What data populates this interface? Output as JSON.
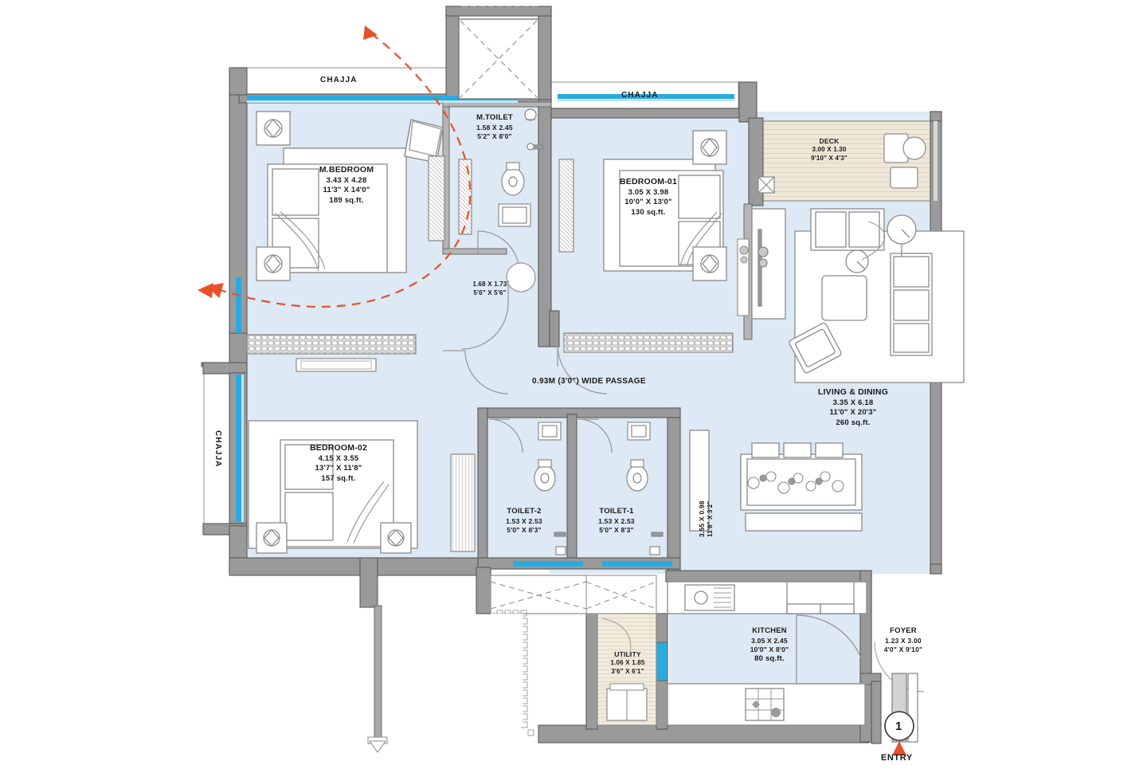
{
  "plan": {
    "title": "Residential Unit Floor Plan",
    "colors": {
      "room_fill": "#dde9f4",
      "wall": "#8d8d8d",
      "wall_dark": "#6f6f6f",
      "outline": "#555555",
      "furniture": "#808080",
      "window_blue": "#29abe2",
      "deck_wood": "#efe7d8",
      "accent_red": "#e8502a",
      "text": "#1a1a1a"
    }
  },
  "rooms": [
    {
      "id": "m-bedroom",
      "name": "M.BEDROOM",
      "dim_m": "3.43 X 4.28",
      "dim_ft": "11'3\" X 14'0\"",
      "area": "189 sq.ft."
    },
    {
      "id": "m-toilet",
      "name": "M.TOILET",
      "dim_m": "1.58 X 2.45",
      "dim_ft": "5'2\" X 8'0\"",
      "area": ""
    },
    {
      "id": "bedroom-01",
      "name": "BEDROOM-01",
      "dim_m": "3.05 X 3.98",
      "dim_ft": "10'0\" X 13'0\"",
      "area": "130 sq.ft."
    },
    {
      "id": "bedroom-02",
      "name": "BEDROOM-02",
      "dim_m": "4.15 X 3.55",
      "dim_ft": "13'7\" X 11'8\"",
      "area": "157 sq.ft."
    },
    {
      "id": "toilet-2",
      "name": "TOILET-2",
      "dim_m": "1.53 X 2.53",
      "dim_ft": "5'0\" X 8'3\"",
      "area": ""
    },
    {
      "id": "toilet-1",
      "name": "TOILET-1",
      "dim_m": "1.53 X 2.53",
      "dim_ft": "5'0\" X 8'3\"",
      "area": ""
    },
    {
      "id": "living-dining",
      "name": "LIVING & DINING",
      "dim_m": "3.35 X 6.18",
      "dim_ft": "11'0\" X 20'3\"",
      "area": "260 sq.ft."
    },
    {
      "id": "deck",
      "name": "DECK",
      "dim_m": "3.00 X 1.30",
      "dim_ft": "9'10\" X 4'3\"",
      "area": ""
    },
    {
      "id": "kitchen",
      "name": "KITCHEN",
      "dim_m": "3.05 X 2.45",
      "dim_ft": "10'0\" X 8'0\"",
      "area": "80 sq.ft."
    },
    {
      "id": "utility",
      "name": "UTILITY",
      "dim_m": "1.06 X 1.85",
      "dim_ft": "3'6\" X 6'1\"",
      "area": ""
    },
    {
      "id": "foyer",
      "name": "FOYER",
      "dim_m": "1.23 X 3.00",
      "dim_ft": "4'0\" X 9'10\"",
      "area": ""
    }
  ],
  "unlabeled_dims": [
    {
      "id": "lobby-dim",
      "dim_m": "1.68 X 1.73",
      "dim_ft": "5'6\" X 5'6\""
    },
    {
      "id": "dining-dim",
      "dim_m": "3.55 X 0.98",
      "dim_ft": "11'8\" X 3'2\""
    }
  ],
  "annotations": {
    "chajja_top_left": "CHAJJA",
    "chajja_top_right": "CHAJJA",
    "chajja_left": "CHAJJA",
    "passage": "0.93M (3'0\") WIDE PASSAGE",
    "entry_label": "ENTRY",
    "entry_marker": "1"
  }
}
